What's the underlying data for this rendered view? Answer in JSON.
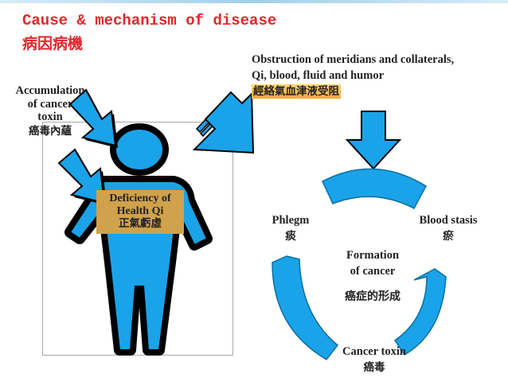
{
  "title": {
    "en": "Cause & mechanism of disease",
    "zh": "病因病機"
  },
  "outcome": {
    "line1": "Obstruction of meridians and collaterals,",
    "line2": "Qi, blood, fluid and humor",
    "zh": "經絡氣血津液受阻"
  },
  "cause": {
    "line1": "Accumulation",
    "line2": "of cancer",
    "line3": "toxin",
    "zh": "癌毒內蘊"
  },
  "deficiency": {
    "line1": "Deficiency of",
    "line2": "Health Qi",
    "zh": "正氣虧虛"
  },
  "cycle": {
    "phlegm": {
      "en": "Phlegm",
      "zh": "痰"
    },
    "stasis": {
      "en": "Blood stasis",
      "zh": "瘀"
    },
    "formation": {
      "line1": "Formation",
      "line2": "of cancer",
      "zh": "癌症的形成"
    },
    "toxin": {
      "en": "Cancer toxin",
      "zh": "癌毒"
    }
  },
  "colors": {
    "arrow": "#1aa3e8",
    "title": "#e3262a",
    "outline": "#000000",
    "highlight": "#f4a83a",
    "chest": "#cfa24b"
  }
}
